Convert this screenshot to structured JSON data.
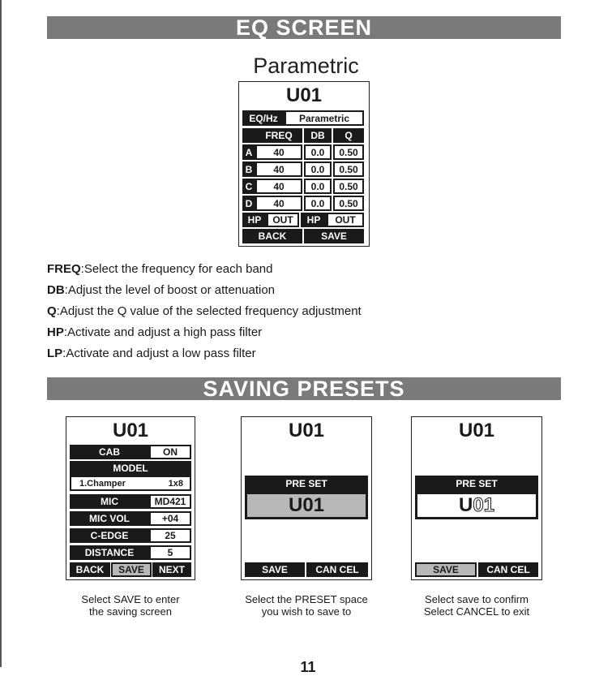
{
  "eq_section": {
    "banner": "EQ SCREEN",
    "subtitle": "Parametric",
    "screen": {
      "title": "U01",
      "eq_label": "EQ/Hz",
      "eq_value": "Parametric",
      "headers": [
        "FREQ",
        "DB",
        "Q"
      ],
      "bands": [
        {
          "label": "A",
          "freq": "40",
          "db": "0.0",
          "q": "0.50"
        },
        {
          "label": "B",
          "freq": "40",
          "db": "0.0",
          "q": "0.50"
        },
        {
          "label": "C",
          "freq": "40",
          "db": "0.0",
          "q": "0.50"
        },
        {
          "label": "D",
          "freq": "40",
          "db": "0.0",
          "q": "0.50"
        }
      ],
      "hp1_label": "HP",
      "hp1_value": "OUT",
      "hp2_label": "HP",
      "hp2_value": "OUT",
      "back": "BACK",
      "save": "SAVE"
    }
  },
  "descriptions": [
    {
      "term": "FREQ",
      "text": ":Select the frequency for each band"
    },
    {
      "term": "DB",
      "text": ":Adjust the level of boost or attenuation"
    },
    {
      "term": "Q",
      "text": ":Adjust the Q value of the selected frequency adjustment"
    },
    {
      "term": "HP",
      "text": ":Activate and adjust a high pass filter"
    },
    {
      "term": "LP",
      "text": ":Activate and adjust a low pass filter"
    }
  ],
  "presets_section": {
    "banner": "SAVING PRESETS",
    "screen1": {
      "title": "U01",
      "cab_label": "CAB",
      "cab_value": "ON",
      "model_label": "MODEL",
      "model_name": "1.Champer",
      "model_size": "1x8",
      "mic_label": "MIC",
      "mic_value": "MD421",
      "micvol_label": "MIC VOL",
      "micvol_value": "+04",
      "cedge_label": "C-EDGE",
      "cedge_value": "25",
      "distance_label": "DISTANCE",
      "distance_value": "5",
      "back": "BACK",
      "save": "SAVE",
      "next": "NEXT",
      "caption1": "Select SAVE to enter",
      "caption2": "the saving screen"
    },
    "screen2": {
      "title": "U01",
      "preset_label": "PRE SET",
      "preset_value": "U01",
      "save": "SAVE",
      "cancel": "CAN CEL",
      "caption1": "Select the PRESET space",
      "caption2": "you wish to save to"
    },
    "screen3": {
      "title": "U01",
      "preset_label": "PRE SET",
      "preset_value_solid": "U",
      "preset_value_outline": "01",
      "save": "SAVE",
      "cancel": "CAN CEL",
      "caption1": "Select save to confirm",
      "caption2": "Select CANCEL to exit"
    }
  },
  "page_number": "11"
}
